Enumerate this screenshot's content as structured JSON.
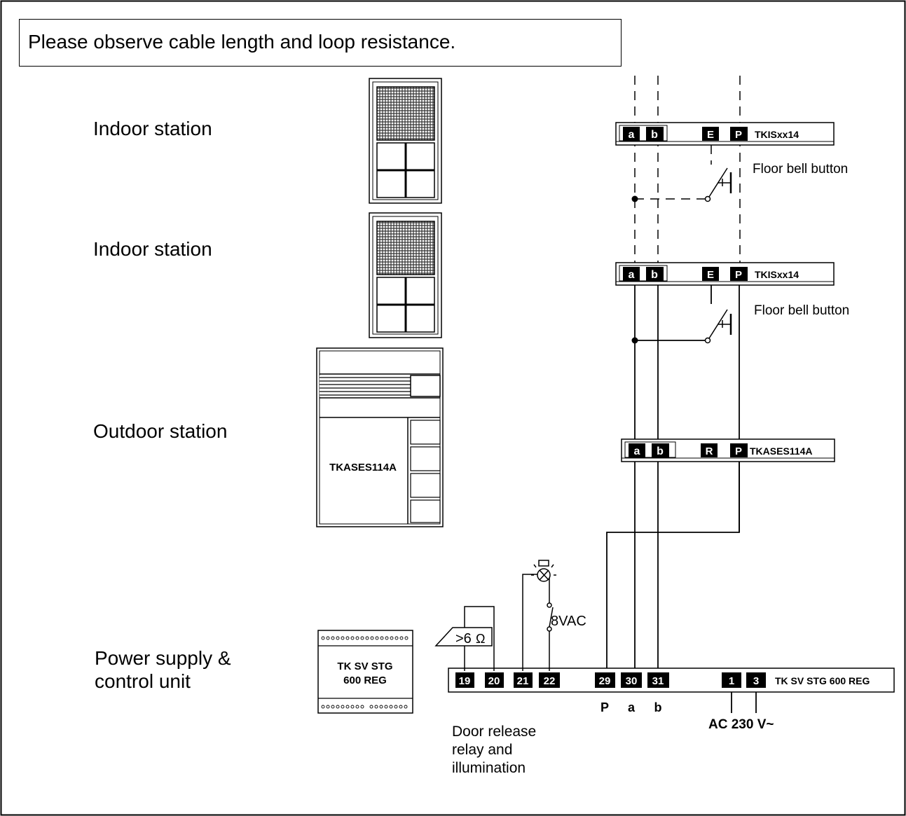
{
  "note": "Please observe cable length and loop resistance.",
  "labels": {
    "indoor1": "Indoor station",
    "indoor2": "Indoor station",
    "outdoor": "Outdoor station",
    "power_line1": "Power supply &",
    "power_line2": "control unit"
  },
  "outdoor_device_label": "TKASES114A",
  "psu_device": {
    "line1": "TK SV STG",
    "line2": "600 REG"
  },
  "bus_strip1": {
    "terminals": [
      "a",
      "b",
      "E",
      "P"
    ],
    "model": "TKISxx14",
    "button": "Floor bell button"
  },
  "bus_strip2": {
    "terminals": [
      "a",
      "b",
      "E",
      "P"
    ],
    "model": "TKISxx14",
    "button": "Floor bell button"
  },
  "bus_strip3": {
    "terminals": [
      "a",
      "b",
      "R",
      "P"
    ],
    "model": "TKASES114A"
  },
  "control_strip": {
    "terminals": [
      "19",
      "20",
      "21",
      "22",
      "29",
      "30",
      "31",
      "1",
      "3"
    ],
    "model": "TK SV STG 600 REG",
    "bus_labels": [
      "P",
      "a",
      "b"
    ],
    "mains": "AC 230 V~",
    "resistor": ">6",
    "ohm": "Ω",
    "lamp_voltage": "8VAC"
  },
  "door_release_label": "Door release relay and illumination",
  "colors": {
    "line": "#000000",
    "terminal_bg": "#000000",
    "terminal_fg": "#ffffff",
    "box_fill": "#ffffff"
  }
}
